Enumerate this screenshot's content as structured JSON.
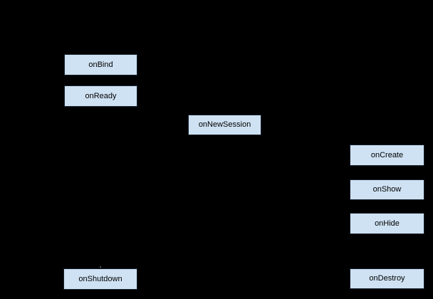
{
  "diagram": {
    "type": "lifecycle-flowchart",
    "description": "Service lifecycle callback diagram on black background; connectors not visible (black on black), only callback nodes visible",
    "colors": {
      "background": "#000000",
      "node_fill": "#cfe2f3",
      "node_border": "#18222e",
      "node_text": "#000000"
    },
    "nodes": [
      {
        "id": "onBind",
        "label": "onBind"
      },
      {
        "id": "onReady",
        "label": "onReady"
      },
      {
        "id": "onNewSession",
        "label": "onNewSession"
      },
      {
        "id": "onCreate",
        "label": "onCreate"
      },
      {
        "id": "onShow",
        "label": "onShow"
      },
      {
        "id": "onHide",
        "label": "onHide"
      },
      {
        "id": "onShutdown",
        "label": "onShutdown"
      },
      {
        "id": "onDestroy",
        "label": "onDestroy"
      }
    ]
  }
}
